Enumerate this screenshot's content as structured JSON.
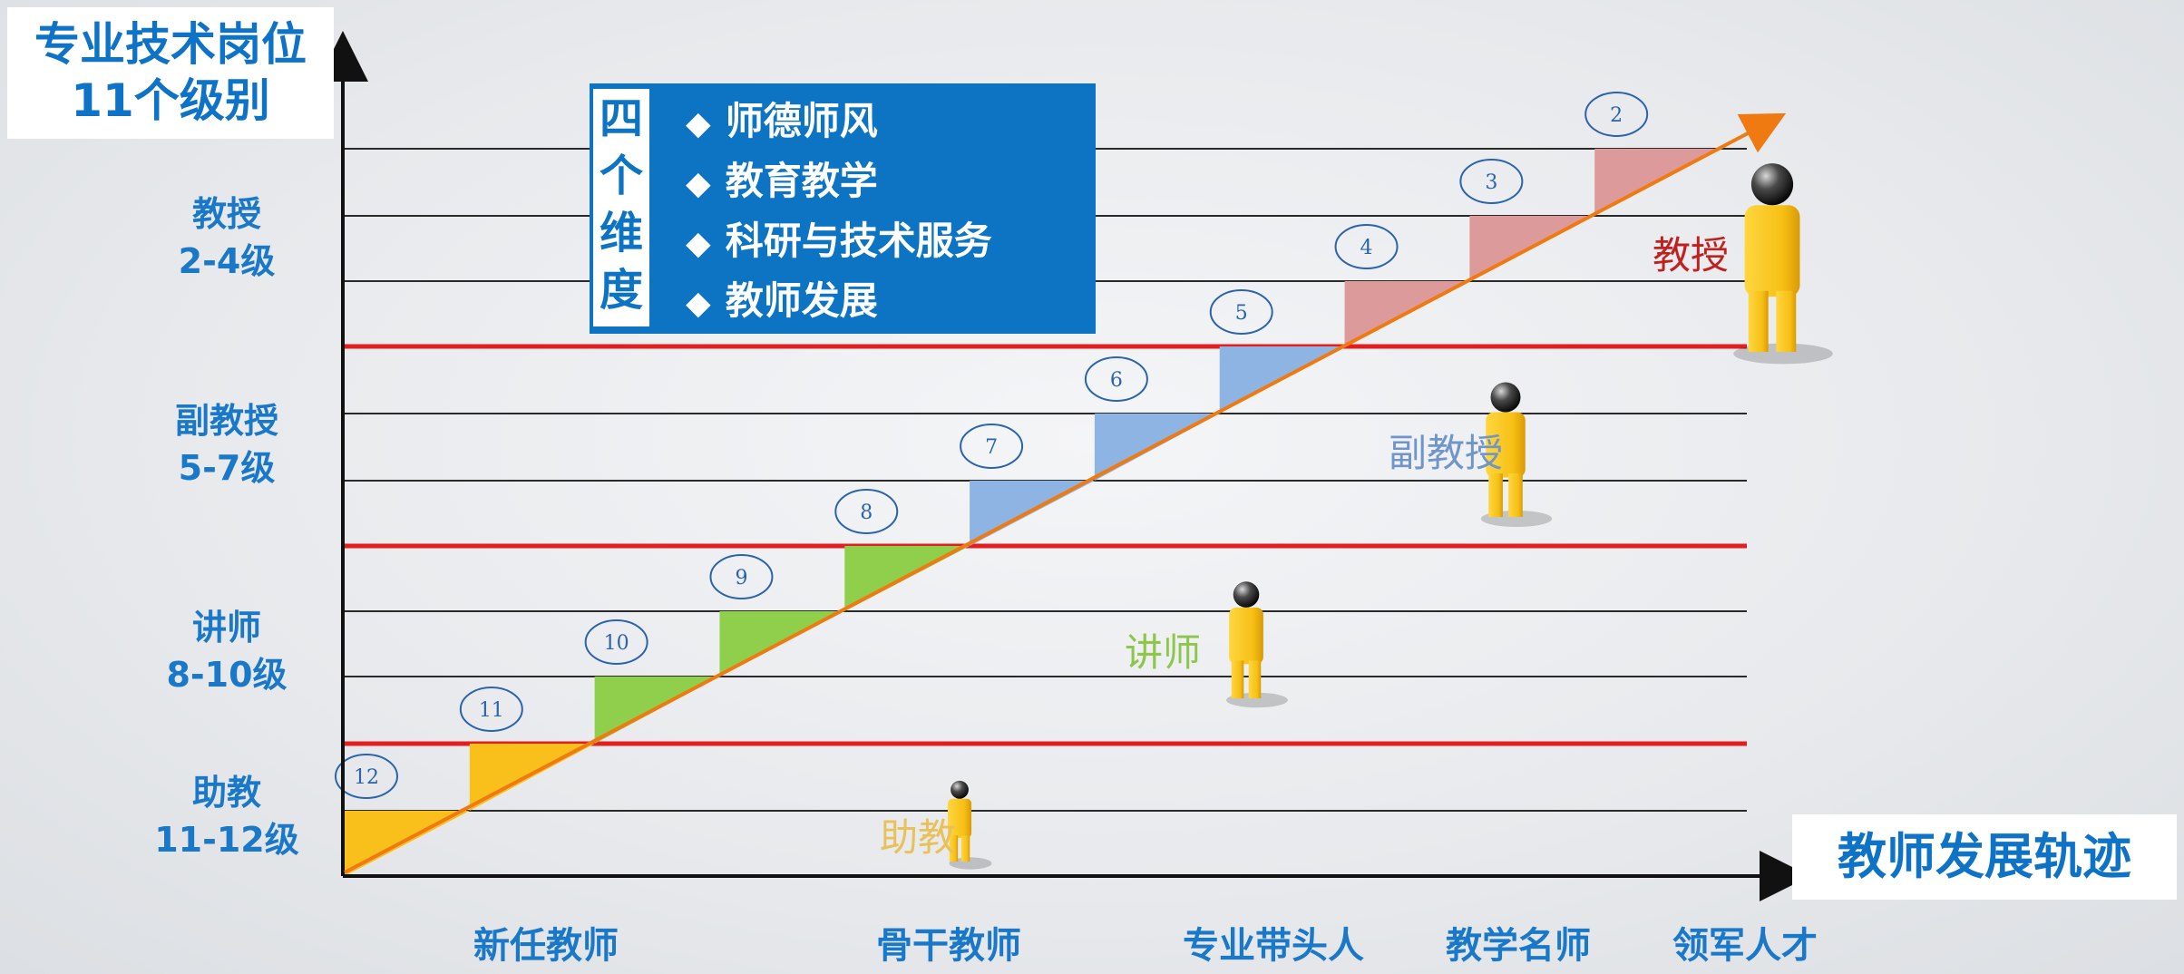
{
  "title": {
    "line1": "专业技术岗位",
    "line2": "11个级别"
  },
  "levels": [
    {
      "name": "教授",
      "range": "2-4级"
    },
    {
      "name": "副教授",
      "range": "5-7级"
    },
    {
      "name": "讲师",
      "range": "8-10级"
    },
    {
      "name": "助教",
      "range": "11-12级"
    }
  ],
  "dimensions": {
    "title_chars": [
      "四",
      "个",
      "维",
      "度"
    ],
    "items": [
      "师德师风",
      "教育教学",
      "科研与技术服务",
      "教师发展"
    ]
  },
  "steps": [
    {
      "grade": "12",
      "tier": "助教",
      "color": "#f9c01b"
    },
    {
      "grade": "11",
      "tier": "助教",
      "color": "#f9c01b"
    },
    {
      "grade": "10",
      "tier": "讲师",
      "color": "#8fcf4c"
    },
    {
      "grade": "9",
      "tier": "讲师",
      "color": "#8fcf4c"
    },
    {
      "grade": "8",
      "tier": "讲师",
      "color": "#8fcf4c"
    },
    {
      "grade": "7",
      "tier": "副教授",
      "color": "#8db4e2"
    },
    {
      "grade": "6",
      "tier": "副教授",
      "color": "#8db4e2"
    },
    {
      "grade": "5",
      "tier": "副教授",
      "color": "#8db4e2"
    },
    {
      "grade": "4",
      "tier": "教授",
      "color": "#dc9a9a"
    },
    {
      "grade": "3",
      "tier": "教授",
      "color": "#dc9a9a"
    },
    {
      "grade": "2",
      "tier": "教授",
      "color": "#dc9a9a"
    }
  ],
  "figures": [
    {
      "label": "助教",
      "color": "#e8c15a"
    },
    {
      "label": "讲师",
      "color": "#8ec64b"
    },
    {
      "label": "副教授",
      "color": "#6f95c9"
    },
    {
      "label": "教授",
      "color": "#c0211f"
    }
  ],
  "track_label": "教师发展轨迹",
  "stages": [
    "新任教师",
    "骨干教师",
    "专业带头人",
    "教学名师",
    "领军人才"
  ],
  "colors": {
    "accent_blue": "#0e73c6",
    "boundary_red": "#e41e1e",
    "arrow_orange": "#f07a12",
    "figure_yellow": "#f6c21c"
  }
}
